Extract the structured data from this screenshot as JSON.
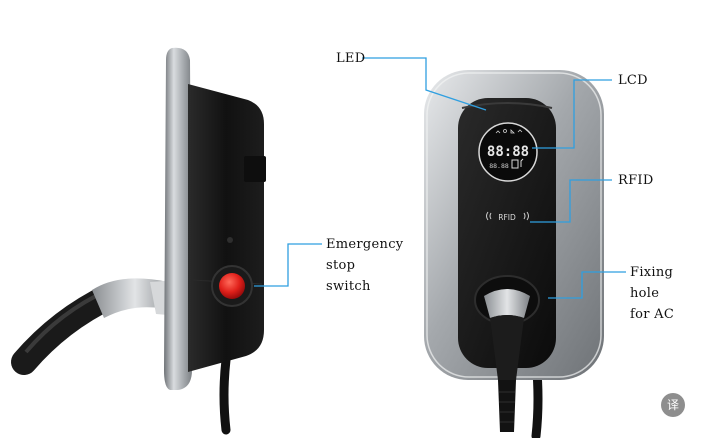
{
  "labels": {
    "led": "LED",
    "lcd": "LCD",
    "rfid": "RFID",
    "emergency_stop": "Emergency\nstop\nswitch",
    "fixing_hole": "Fixing\nhole\nfor AC"
  },
  "lcd_display": {
    "digits": "88:88",
    "small_digits": "88.88"
  },
  "rfid_badge": "RFID",
  "translate_button": "译",
  "colors": {
    "callout_line": "#2f9fe0",
    "stop_button": "#e02020",
    "body_black": "#151515",
    "shell_silver": "#a9adb1"
  }
}
